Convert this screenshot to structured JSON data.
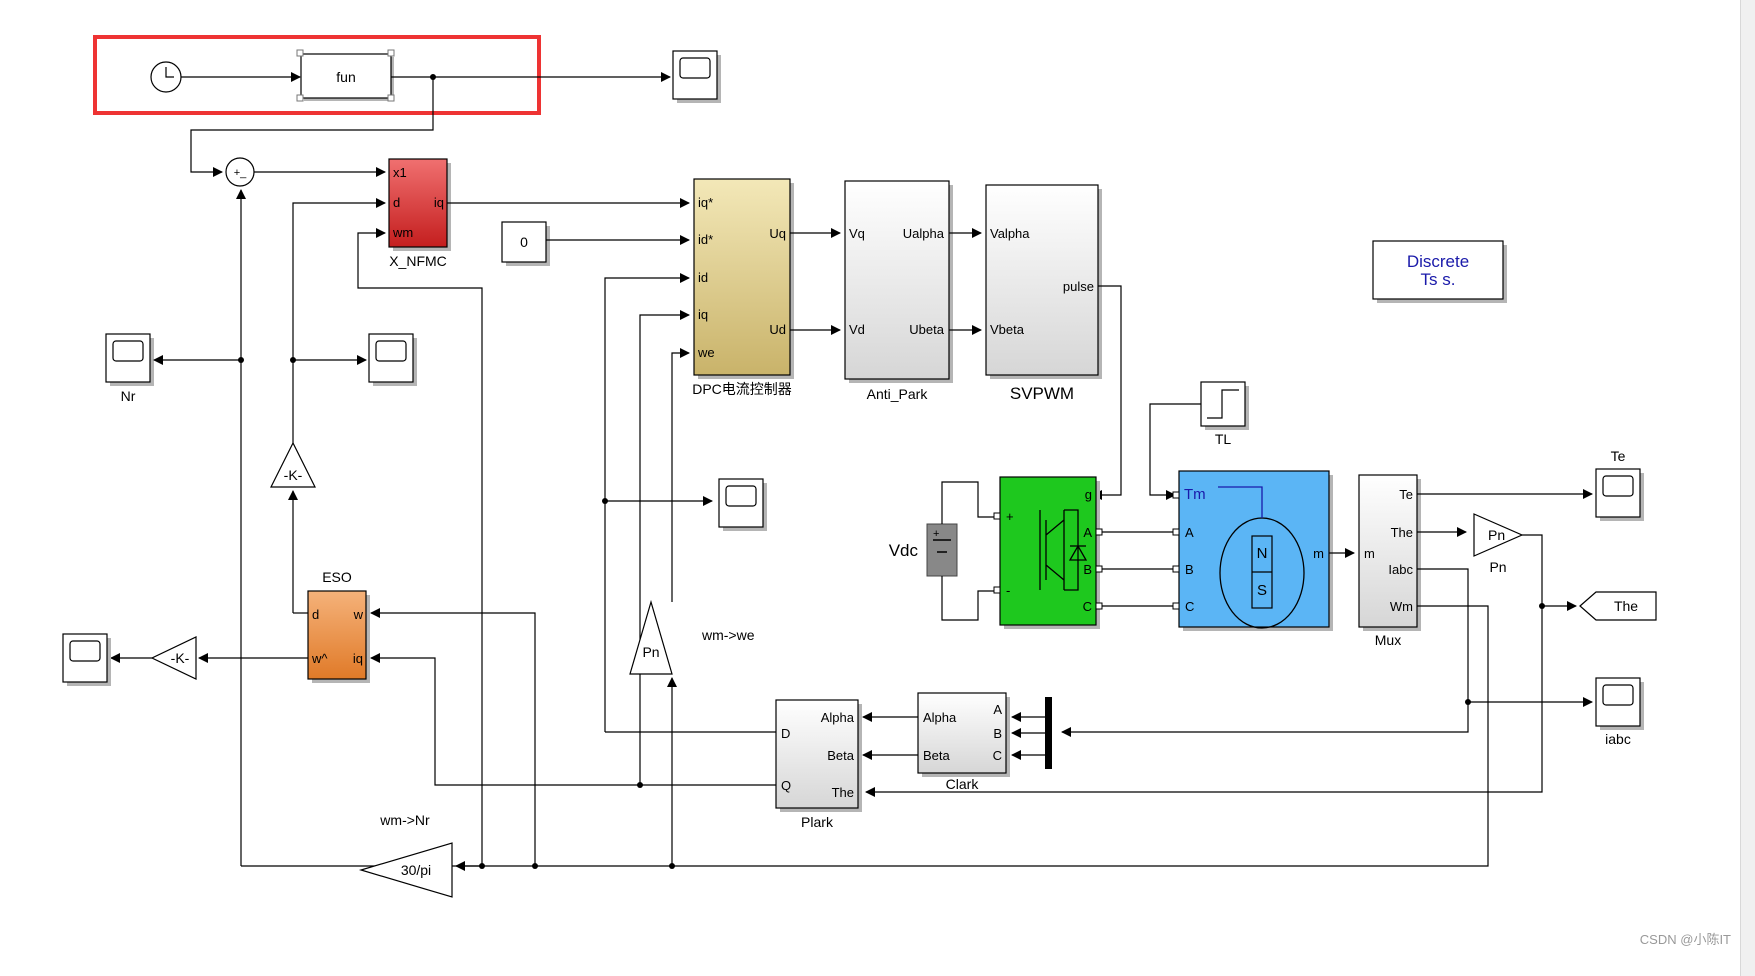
{
  "blocks": {
    "fun": "fun",
    "constant_zero": "0",
    "sum_signs": "+_",
    "x_nfmc": {
      "name": "X_NFMC",
      "in": [
        "x1",
        "d",
        "wm"
      ],
      "out": "iq"
    },
    "dpc": {
      "name": "DPC电流控制器",
      "in": [
        "iq*",
        "id*",
        "id",
        "iq",
        "we"
      ],
      "out": [
        "Uq",
        "Ud"
      ]
    },
    "anti_park": {
      "name": "Anti_Park",
      "in": [
        "Vq",
        "Vd"
      ],
      "out": [
        "Ualpha",
        "Ubeta"
      ]
    },
    "svpwm": {
      "name": "SVPWM",
      "in": [
        "Valpha",
        "Vbeta"
      ],
      "out": "pulse"
    },
    "discrete": {
      "line1": "Discrete",
      "line2": "Ts s."
    },
    "tl": "TL",
    "vdc": "Vdc",
    "inverter": {
      "ports": [
        "g",
        "A",
        "B",
        "C",
        "+",
        "-"
      ]
    },
    "motor": {
      "in": [
        "Tm",
        "A",
        "B",
        "C"
      ],
      "out": "m",
      "poles": [
        "N",
        "S"
      ]
    },
    "mux": {
      "name": "Mux",
      "in": "m",
      "out": [
        "Te",
        "The",
        "Iabc",
        "Wm"
      ]
    },
    "pn_right": "Pn",
    "pn_right_label": "Pn",
    "goto_the": "The",
    "scope_te": "Te",
    "scope_iabc": "iabc",
    "scope_nr": "Nr",
    "gain_k1": "-K-",
    "gain_k2": "-K-",
    "eso": {
      "name": "ESO",
      "in": [
        "d",
        "w^"
      ],
      "out": [
        "w",
        "iq"
      ]
    },
    "pn_vertical": "Pn",
    "wm_we": "wm->we",
    "wm_nr": "wm->Nr",
    "gain_30pi": "30/pi",
    "clark": {
      "name": "Clark",
      "in": [
        "A",
        "B",
        "C"
      ],
      "out": [
        "Alpha",
        "Beta"
      ]
    },
    "plark": {
      "name": "Plark",
      "in": [
        "Alpha",
        "Beta",
        "The"
      ],
      "out": [
        "D",
        "Q"
      ]
    }
  },
  "colors": {
    "x_nfmc": "#d62728",
    "dpc": "#e8d9a0",
    "inverter": "#1ec81e",
    "motor": "#5bb5f5",
    "eso": "#f0a050",
    "highlight": "#ee3333",
    "discrete_text": "#1a1aaa"
  },
  "watermark": "CSDN @小陈IT"
}
